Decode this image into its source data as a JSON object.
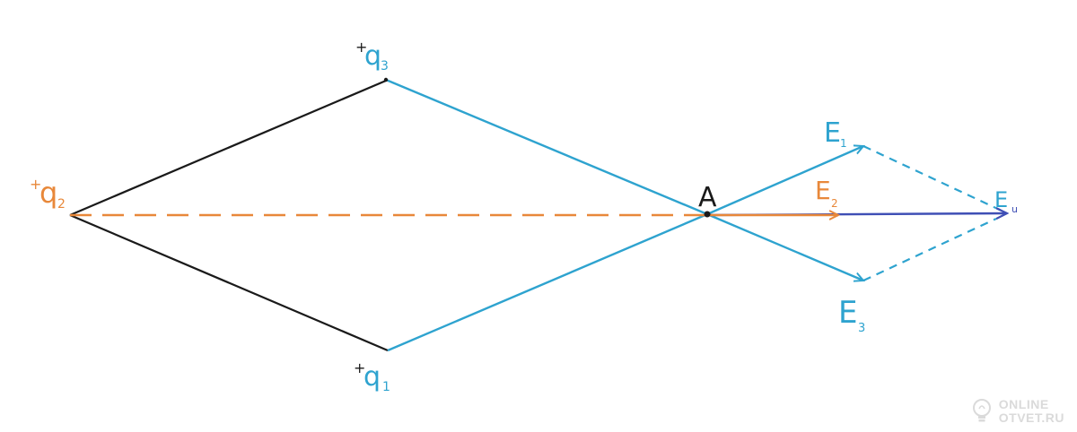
{
  "colors": {
    "black": "#1a1a1a",
    "blue": "#2ea3cf",
    "orange": "#e8883a",
    "navy": "#3f4fb5",
    "watermark": "#bdbdbd"
  },
  "labels": {
    "q1": {
      "sign": "+",
      "letter": "q",
      "index": "1"
    },
    "q2": {
      "sign": "+",
      "letter": "q",
      "index": "2"
    },
    "q3": {
      "sign": "+",
      "letter": "q",
      "index": "3"
    },
    "point_a": "A",
    "e1": {
      "letter": "E",
      "index": "1"
    },
    "e2": {
      "letter": "E",
      "index": "2"
    },
    "e3": {
      "letter": "E",
      "index": "3"
    },
    "e_total": {
      "letter": "E",
      "index": "u"
    }
  },
  "watermark": {
    "icon": "lightbulb-icon",
    "line1": "ONLINE",
    "line2": "OTVET.RU"
  }
}
